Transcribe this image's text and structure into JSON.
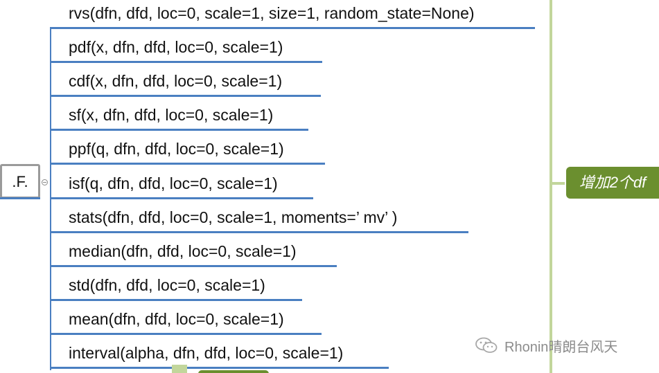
{
  "root": {
    "label": ".F."
  },
  "methods": [
    "rvs(dfn, dfd, loc=0, scale=1, size=1, random_state=None)",
    "pdf(x, dfn, dfd, loc=0, scale=1)",
    "cdf(x, dfn, dfd, loc=0, scale=1)",
    "sf(x, dfn, dfd, loc=0, scale=1)",
    "ppf(q, dfn, dfd, loc=0, scale=1)",
    "isf(q, dfn, dfd, loc=0, scale=1)",
    "stats(dfn, dfd, loc=0, scale=1, moments=’ mv’ )",
    "median(dfn, dfd, loc=0, scale=1)",
    "std(dfn, dfd, loc=0, scale=1)",
    "mean(dfn, dfd, loc=0, scale=1)",
    "interval(alpha, dfn, dfd, loc=0, scale=1)"
  ],
  "tag": {
    "label": "增加2个df"
  },
  "watermark": {
    "text": "Rhonin晴朗台风天",
    "icon": "wechat-icon"
  },
  "colors": {
    "underline": "#4a7fc1",
    "tag": "#6b8f2f",
    "bracket": "#c2d69b"
  }
}
